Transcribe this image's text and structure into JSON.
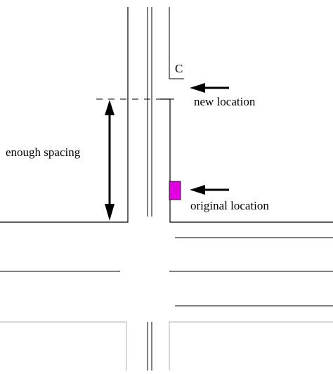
{
  "diagram": {
    "labels": {
      "corner_label": "C",
      "new_location": "new location",
      "enough_spacing": "enough spacing",
      "original_location": "original location"
    },
    "colors": {
      "line": "#000000",
      "light_line": "#b0b0b0",
      "marker": "#e000e0",
      "background": "#ffffff"
    }
  }
}
